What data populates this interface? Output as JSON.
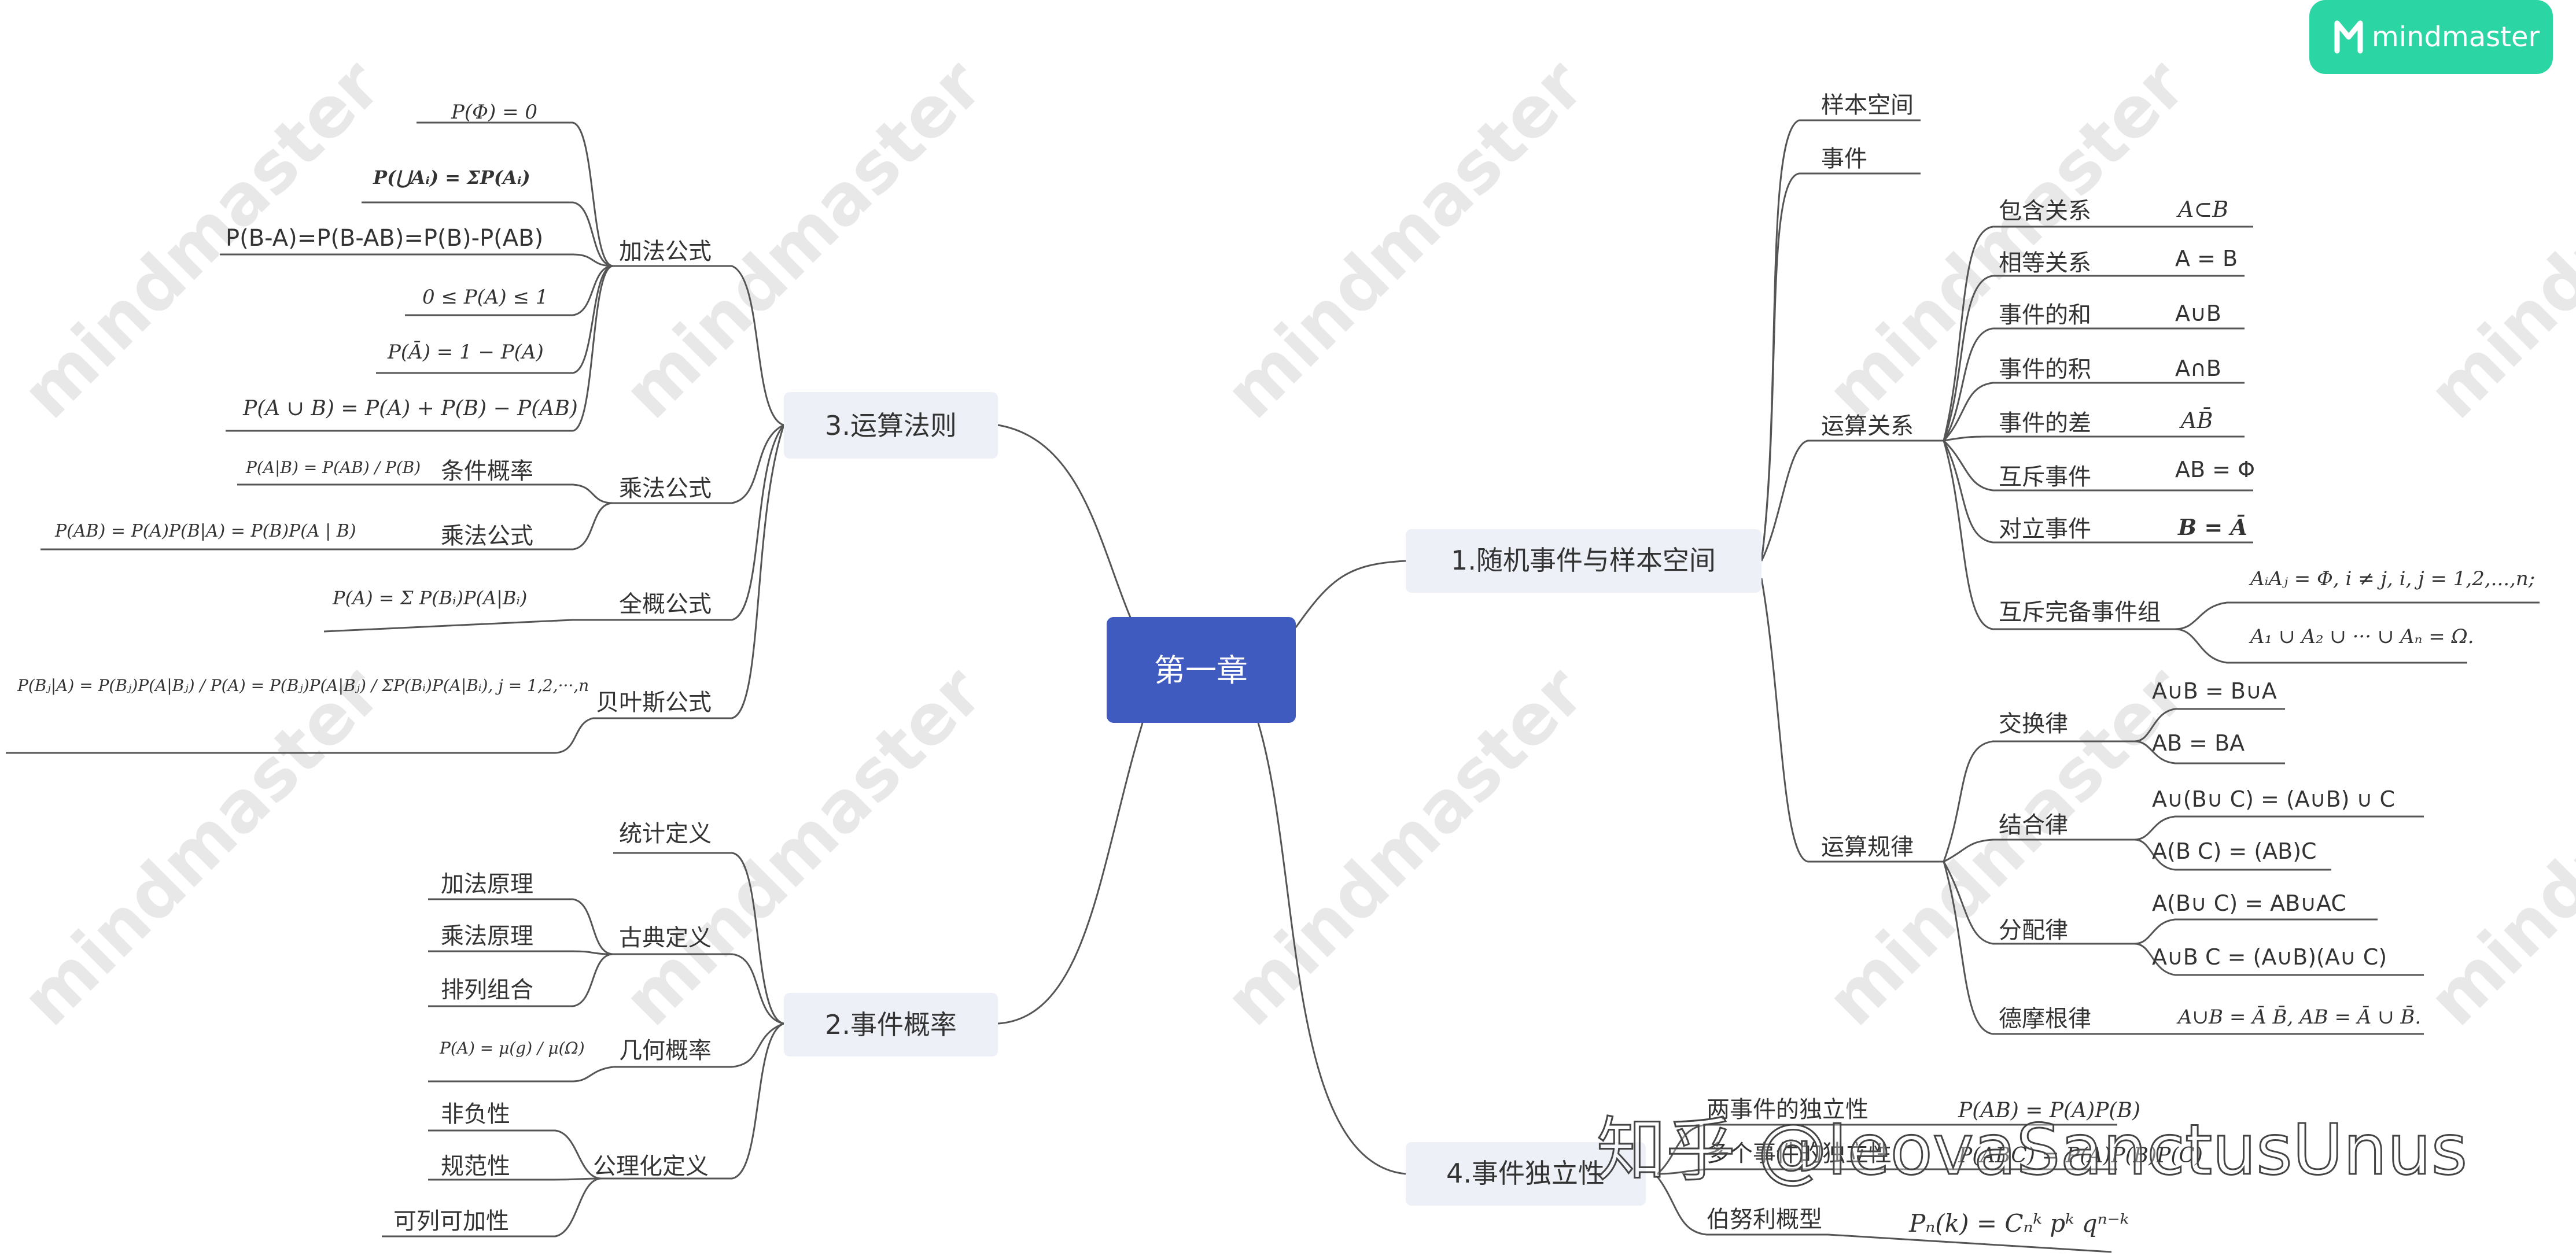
{
  "brand": {
    "name": "mindmaster",
    "watermark": "mindmaster",
    "color": "#2BD5A4"
  },
  "credit": "知乎 @IeovaSanctusUnus",
  "root": "第一章",
  "topics": {
    "t1": "1.随机事件与样本空间",
    "t2": "2.事件概率",
    "t3": "3.运算法则",
    "t4": "4.事件独立性"
  },
  "t1": {
    "sample_space": "样本空间",
    "event": "事件",
    "relations": {
      "label": "运算关系",
      "items": [
        {
          "name": "包含关系",
          "formula": "A⊂B"
        },
        {
          "name": "相等关系",
          "formula": "A = B"
        },
        {
          "name": "事件的和",
          "formula": "A∪B"
        },
        {
          "name": "事件的积",
          "formula": "A∩B"
        },
        {
          "name": "事件的差",
          "formula": "AB̄"
        },
        {
          "name": "互斥事件",
          "formula": "AB = Φ"
        },
        {
          "name": "对立事件",
          "formula": "B = Ā"
        },
        {
          "name": "互斥完备事件组",
          "formula": "AᵢAⱼ = Φ, i ≠ j, i, j = 1,2,...,n;",
          "formula2": "A₁ ∪ A₂ ∪ ··· ∪ Aₙ = Ω."
        }
      ]
    },
    "laws": {
      "label": "运算规律",
      "items": [
        {
          "name": "交换律",
          "formulas": [
            "A∪B = B∪A",
            "AB = BA"
          ]
        },
        {
          "name": "结合律",
          "formulas": [
            "A∪(B∪ C) = (A∪B) ∪ C",
            "A(B C) = (AB)C"
          ]
        },
        {
          "name": "分配律",
          "formulas": [
            "A(B∪ C) = AB∪AC",
            "A∪B C = (A∪B)(A∪ C)"
          ]
        },
        {
          "name": "德摩根律",
          "formulas": [
            "A∪B = Ā B̄, AB = Ā ∪ B̄."
          ]
        }
      ]
    }
  },
  "t2": {
    "stat": "统计定义",
    "classic": {
      "label": "古典定义",
      "items": [
        "加法原理",
        "乘法原理",
        "排列组合"
      ]
    },
    "geo": {
      "label": "几何概率",
      "formula": "P(A) = μ(g) / μ(Ω)"
    },
    "axiom": {
      "label": "公理化定义",
      "items": [
        "非负性",
        "规范性",
        "可列可加性"
      ]
    }
  },
  "t3": {
    "add": {
      "label": "加法公式",
      "formulas": [
        "P(Φ) = 0",
        "P(⋃Aᵢ) = ΣP(Aᵢ)",
        "P(B-A)=P(B-AB)=P(B)-P(AB)",
        "0 ≤ P(A) ≤ 1",
        "P(Ā) = 1 − P(A)",
        "P(A ∪ B) = P(A) + P(B) − P(AB)"
      ]
    },
    "mul": {
      "label": "乘法公式",
      "cond": {
        "label": "条件概率",
        "formula": "P(A|B) = P(AB) / P(B)"
      },
      "mulf": {
        "label": "乘法公式",
        "formula": "P(AB) = P(A)P(B|A) = P(B)P(A | B)"
      }
    },
    "total": {
      "label": "全概公式",
      "formula": "P(A) = Σ P(Bᵢ)P(A|Bᵢ)"
    },
    "bayes": {
      "label": "贝叶斯公式",
      "formula": "P(Bⱼ|A) = P(Bⱼ)P(A|Bⱼ) / P(A) = P(Bⱼ)P(A|Bⱼ) / ΣP(Bᵢ)P(A|Bᵢ),  j = 1,2,···,n"
    }
  },
  "t4": {
    "items": [
      {
        "name": "两事件的独立性",
        "formula": "P(AB) = P(A)P(B)"
      },
      {
        "name": "多个事件的独立性",
        "formula": "P(ABC) = P(A)P(B)P(C)"
      },
      {
        "name": "伯努利概型",
        "formula": "Pₙ(k) = Cₙᵏ pᵏ qⁿ⁻ᵏ"
      }
    ]
  },
  "colors": {
    "root_fill": "#3F5BC0",
    "topic_fill": "#EEF0F8",
    "line": "#555555"
  }
}
